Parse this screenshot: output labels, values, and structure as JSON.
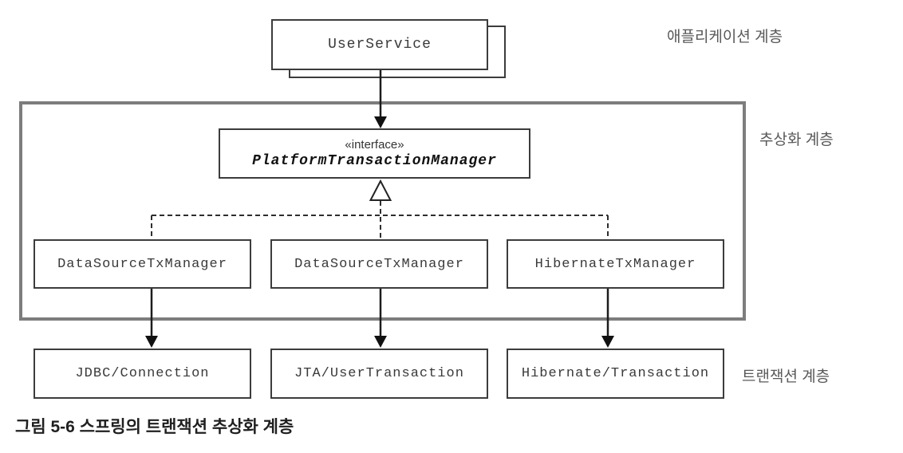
{
  "diagram": {
    "layers": {
      "application": "애플리케이션 계층",
      "abstraction": "추상화 계층",
      "transaction": "트랜잭션 계층"
    },
    "nodes": {
      "user_service": "UserService",
      "interface_stereotype": "«interface»",
      "interface_name": "PlatformTransactionManager",
      "tx_managers": [
        "DataSourceTxManager",
        "DataSourceTxManager",
        "HibernateTxManager"
      ],
      "transaction_apis": [
        "JDBC/Connection",
        "JTA/UserTransaction",
        "Hibernate/Transaction"
      ]
    },
    "caption": "그림 5-6 스프링의 트랜잭션 추상화 계층",
    "colors": {
      "box_border": "#3c3c3c",
      "layer_frame_border": "#7d7d7d",
      "box_text": "#3a3a3a",
      "layer_label_text": "#595959",
      "caption_text": "#1f1f1f",
      "connector": "#1c1c1c"
    }
  }
}
